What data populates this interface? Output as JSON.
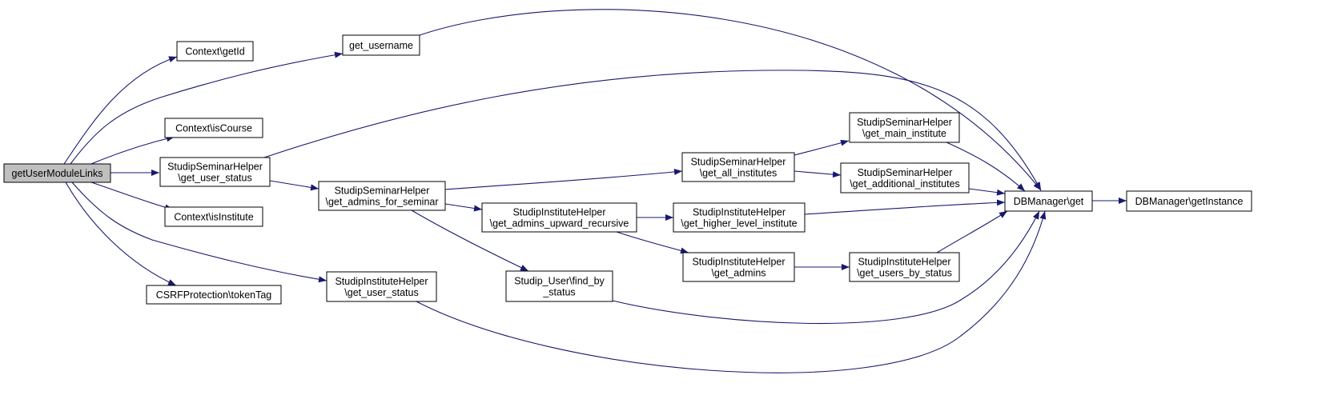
{
  "graph": {
    "colors": {
      "edge": "#191970",
      "node_border": "#000000",
      "root_fill": "#bfbfbf",
      "node_fill": "#ffffff"
    },
    "nodes": [
      {
        "id": "root",
        "lines": [
          "getUserModuleLinks"
        ]
      },
      {
        "id": "ctx_getid",
        "lines": [
          "Context\\getId"
        ]
      },
      {
        "id": "get_username",
        "lines": [
          "get_username"
        ]
      },
      {
        "id": "ctx_iscourse",
        "lines": [
          "Context\\isCourse"
        ]
      },
      {
        "id": "ssh_user_status",
        "lines": [
          "StudipSeminarHelper",
          "\\get_user_status"
        ]
      },
      {
        "id": "ctx_isinstitute",
        "lines": [
          "Context\\isInstitute"
        ]
      },
      {
        "id": "csrf",
        "lines": [
          "CSRFProtection\\tokenTag"
        ]
      },
      {
        "id": "sih_user_status",
        "lines": [
          "StudipInstituteHelper",
          "\\get_user_status"
        ]
      },
      {
        "id": "ssh_admins_seminar",
        "lines": [
          "StudipSeminarHelper",
          "\\get_admins_for_seminar"
        ]
      },
      {
        "id": "sih_admins_upward",
        "lines": [
          "StudipInstituteHelper",
          "\\get_admins_upward_recursive"
        ]
      },
      {
        "id": "find_by_status",
        "lines": [
          "Stud̲ip_User\\find_by",
          "_status"
        ]
      },
      {
        "id": "ssh_all_inst",
        "lines": [
          "StudipSeminarHelper",
          "\\get_all_institutes"
        ]
      },
      {
        "id": "sih_higher_level",
        "lines": [
          "StudipInstituteHelper",
          "\\get_higher_level_institute"
        ]
      },
      {
        "id": "sih_admins",
        "lines": [
          "StudipInstituteHelper",
          "\\get_admins"
        ]
      },
      {
        "id": "ssh_main_inst",
        "lines": [
          "StudipSeminarHelper",
          "\\get_main_institute"
        ]
      },
      {
        "id": "ssh_add_inst",
        "lines": [
          "StudipSeminarHelper",
          "\\get_additional_institutes"
        ]
      },
      {
        "id": "sih_users_by_status",
        "lines": [
          "StudipInstituteHelper",
          "\\get_users_by_status"
        ]
      },
      {
        "id": "dbm_get",
        "lines": [
          "DBManager\\get"
        ]
      },
      {
        "id": "dbm_instance",
        "lines": [
          "DBManager\\getInstance"
        ]
      }
    ]
  }
}
